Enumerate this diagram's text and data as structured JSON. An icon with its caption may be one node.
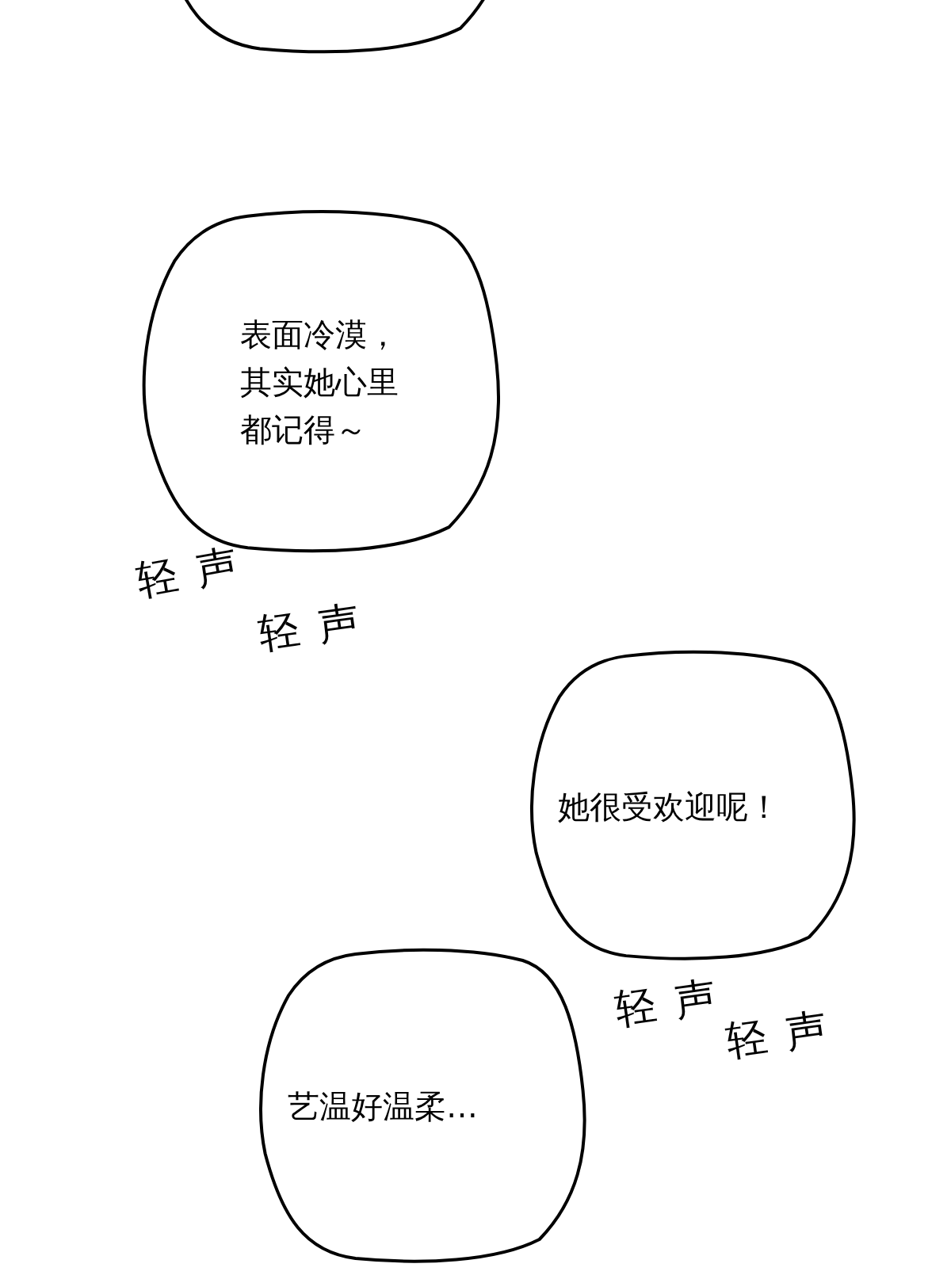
{
  "diagram": {
    "nodes": [
      {
        "text": [],
        "shape": "circle"
      },
      {
        "text": [
          "表面冷漠，其实她心里都记得～"
        ]
      },
      {
        "text": [
          "她很受欢迎呢！"
        ]
      },
      {
        "text": [
          "艺温好温柔…"
        ]
      }
    ],
    "labels": [
      "轻声",
      "轻声",
      "轻声",
      "轻声"
    ]
  }
}
